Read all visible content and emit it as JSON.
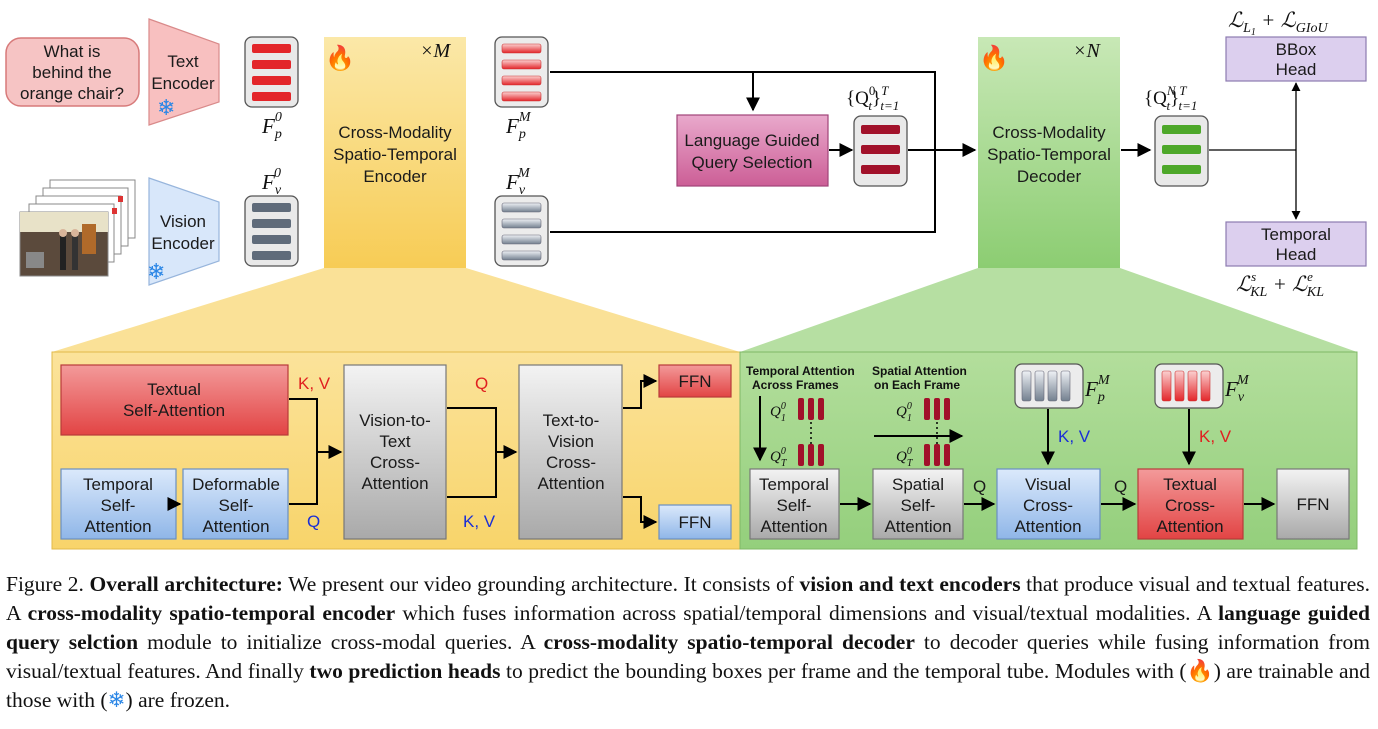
{
  "inputs": {
    "question_lines": [
      "What is",
      "behind the",
      "orange chair?"
    ],
    "text_encoder_lines": [
      "Text",
      "Encoder"
    ],
    "vision_encoder_lines": [
      "Vision",
      "Encoder"
    ]
  },
  "features": {
    "fp0": "F",
    "fp0_sub": "p",
    "fp0_sup": "0",
    "fv0": "F",
    "fv0_sub": "v",
    "fv0_sup": "0",
    "fpM": "F",
    "fpM_sub": "p",
    "fpM_sup": "M",
    "fvM": "F",
    "fvM_sub": "v",
    "fvM_sup": "M"
  },
  "encoder": {
    "repeat": "×M",
    "lines": [
      "Cross-Modality",
      "Spatio-Temporal",
      "Encoder"
    ]
  },
  "lgqs": {
    "lines": [
      "Language Guided",
      "Query Selection"
    ]
  },
  "queries": {
    "q0": "{Q",
    "q0_sup": "0",
    "q0_sub": "t",
    "q0_tail": "}",
    "q0_tail_sup": "T",
    "q0_tail_sub": "t=1",
    "qN": "{Q",
    "qN_sup": "N",
    "qN_sub": "t",
    "qN_tail": "}",
    "qN_tail_sup": "T",
    "qN_tail_sub": "t=1"
  },
  "decoder": {
    "repeat": "×N",
    "lines": [
      "Cross-Modality",
      "Spatio-Temporal",
      "Decoder"
    ]
  },
  "heads": {
    "bbox_lines": [
      "BBox",
      "Head"
    ],
    "temporal_lines": [
      "Temporal",
      "Head"
    ],
    "loss_top": "ℒ",
    "loss_top_sub1": "L",
    "loss_top_sub1b": "1",
    "loss_top_plus": " + ℒ",
    "loss_top_sub2": "GIoU",
    "loss_bottom": "ℒ",
    "loss_bottom_sup1": "s",
    "loss_bottom_sub1": "KL",
    "loss_bottom_plus": " + ℒ",
    "loss_bottom_sup2": "e",
    "loss_bottom_sub2": "KL"
  },
  "enc_detail": {
    "textual_sa": [
      "Textual",
      "Self-Attention"
    ],
    "temporal_sa": [
      "Temporal",
      "Self-",
      "Attention"
    ],
    "deformable_sa": [
      "Deformable",
      "Self-",
      "Attention"
    ],
    "v2t": [
      "Vision-to-",
      "Text",
      "Cross-",
      "Attention"
    ],
    "t2v": [
      "Text-to-",
      "Vision",
      "Cross-",
      "Attention"
    ],
    "ffn_top": "FFN",
    "ffn_bottom": "FFN",
    "kv_label": "K, V",
    "q_label_bottom": "Q",
    "q_label_top": "Q",
    "kv_label_bottom": "K, V"
  },
  "dec_detail": {
    "temporal_heading": [
      "Temporal Attention",
      "Across Frames"
    ],
    "spatial_heading": [
      "Spatial Attention",
      "on Each Frame"
    ],
    "q1": "Q",
    "q1_sup": "0",
    "q1_sub": "1",
    "qT": "Q",
    "qT_sup": "0",
    "qT_sub": "T",
    "temporal_sa": [
      "Temporal",
      "Self-",
      "Attention"
    ],
    "spatial_sa": [
      "Spatial",
      "Self-",
      "Attention"
    ],
    "visual_ca": [
      "Visual",
      "Cross-",
      "Attention"
    ],
    "textual_ca": [
      "Textual",
      "Cross-",
      "Attention"
    ],
    "ffn": "FFN",
    "q_label_1": "Q",
    "q_label_2": "Q",
    "kv_blue": "K, V",
    "kv_red": "K, V",
    "fpM": "F",
    "fpM_sub": "p",
    "fpM_sup": "M",
    "fvM": "F",
    "fvM_sub": "v",
    "fvM_sup": "M"
  },
  "caption": {
    "label": "Figure 2.",
    "bold_title": "Overall architecture:",
    "s1": " We present our video grounding architecture.  It consists of ",
    "b1": "vision and text encoders",
    "s2": " that produce visual and textual features. A ",
    "b2": "cross-modality spatio-temporal encoder",
    "s3": " which fuses information across spatial/temporal dimensions and visual/textual modalities. A ",
    "b3": "language guided query selction",
    "s4": " module to initialize cross-modal queries. A ",
    "b4": "cross-modality spatio-temporal decoder",
    "s5": " to decoder queries while fusing information from visual/textual features. And finally ",
    "b5": "two prediction heads",
    "s6": " to predict the bounding boxes per frame and the temporal tube. Modules with (",
    "s7": ") are trainable and those with (",
    "s8": ") are frozen."
  },
  "colors": {
    "yellow": "#f9d97a",
    "green": "#9ed38a",
    "purple": "#dccfee",
    "pink": "#d873a6",
    "red_bar": "#e3262a",
    "dark_red_bar": "#a1112a",
    "green_bar": "#4ea82a",
    "slate_bar": "#5f6b7a"
  }
}
